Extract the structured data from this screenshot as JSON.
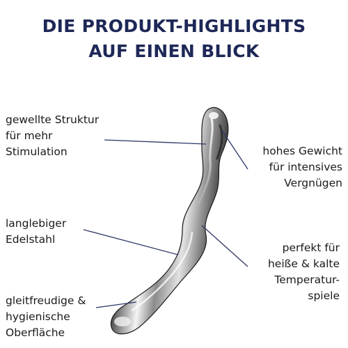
{
  "heading": {
    "line1": "DIE PRODUKT-HIGHLIGHTS",
    "line2": "AUF EINEN BLICK"
  },
  "labels": {
    "wavy": [
      "gewellte Struktur",
      "für mehr",
      "Stimulation"
    ],
    "weight": [
      "hohes Gewicht",
      "für intensives",
      "Vergnügen"
    ],
    "steel": [
      "langlebiger",
      "Edelstahl"
    ],
    "temperature": [
      "perfekt für",
      "heiße & kalte",
      "Temperatur-",
      "spiele"
    ],
    "surface": [
      "gleitfreudige &",
      "hygienische",
      "Oberfläche"
    ]
  },
  "colors": {
    "heading": "#1e2857",
    "text": "#1a1a1a",
    "leader_line": "#2c3566",
    "product_metal": "#9aa3ad"
  }
}
